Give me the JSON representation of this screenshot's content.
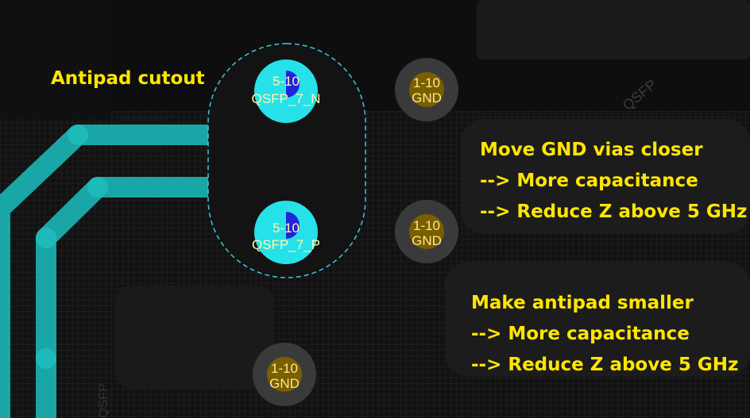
{
  "colors": {
    "background": "#121212",
    "trace": "#1aa6a6",
    "signal_pad": "#27e1e8",
    "signal_core": "#2323d8",
    "gnd_pad": "#3a3a3a",
    "gnd_core": "#7a5e00",
    "annotation": "#ffe600",
    "antipad_outline": "#3fc7e0"
  },
  "annotations": {
    "antipad": "Antipad cutout",
    "gnd_vias": {
      "line1": "Move GND vias closer",
      "line2": "--> More capacitance",
      "line3": "--> Reduce Z above 5 GHz"
    },
    "antipad_smaller": {
      "line1": "Make antipad smaller",
      "line2": "--> More capacitance",
      "line3": "--> Reduce Z above 5 GHz"
    }
  },
  "vias": {
    "signal_n": {
      "layers": "5-10",
      "net": "QSFP_7_N"
    },
    "signal_p": {
      "layers": "5-10",
      "net": "QSFP_7_P"
    },
    "gnd_top": {
      "layers": "1-10",
      "net": "GND"
    },
    "gnd_mid": {
      "layers": "1-10",
      "net": "GND"
    },
    "gnd_bottom": {
      "layers": "1-10",
      "net": "GND"
    }
  },
  "background_text": {
    "qsfp_top": "QSFP",
    "qsfp_side": "QSFP"
  }
}
